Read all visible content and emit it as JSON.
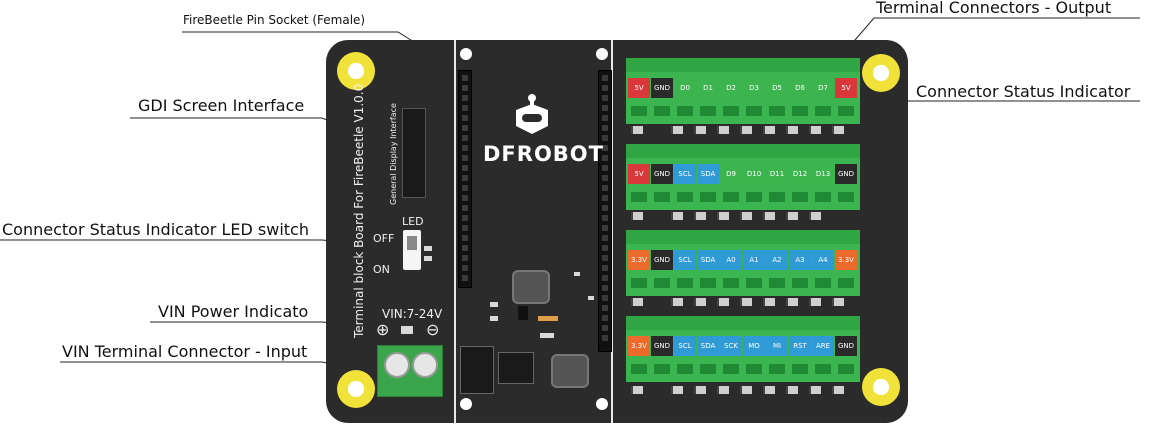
{
  "annotations": {
    "pin_socket": "FireBeetle Pin Socket (Female)",
    "gdi": "GDI Screen Interface",
    "led_switch": "Connector Status Indicator LED switch",
    "vin_indicator": "VIN Power Indicato",
    "vin_input": "VIN Terminal Connector - Input",
    "terminal_output": "Terminal Connectors - Output",
    "status_indicator": "Connector Status Indicator"
  },
  "board": {
    "title_text": "Terminal block Board For FireBeetle V1.0.0",
    "gdi_text": "General Display Interface",
    "led_text": "LED",
    "off_text": "OFF",
    "on_text": "ON",
    "vin_text": "VIN:7-24V",
    "plus_sign": "⊕",
    "minus_sign": "⊖",
    "logo": "DFROBOT"
  },
  "colors": {
    "red": "#d9373a",
    "dark": "#2a2a2a",
    "green": "#3cb54e",
    "blue": "#2e9ad6",
    "orange": "#ec6a2b"
  },
  "terminals": [
    {
      "pins": [
        {
          "label": "5V",
          "color": "red"
        },
        {
          "label": "GND",
          "color": "dark"
        },
        {
          "label": "D0",
          "color": "green"
        },
        {
          "label": "D1",
          "color": "green"
        },
        {
          "label": "D2",
          "color": "green"
        },
        {
          "label": "D3",
          "color": "green"
        },
        {
          "label": "D5",
          "color": "green"
        },
        {
          "label": "D6",
          "color": "green"
        },
        {
          "label": "D7",
          "color": "green"
        },
        {
          "label": "5V",
          "color": "red"
        }
      ]
    },
    {
      "pins": [
        {
          "label": "5V",
          "color": "red"
        },
        {
          "label": "GND",
          "color": "dark"
        },
        {
          "label": "SCL",
          "color": "blue"
        },
        {
          "label": "SDA",
          "color": "blue"
        },
        {
          "label": "D9",
          "color": "green"
        },
        {
          "label": "D10",
          "color": "green"
        },
        {
          "label": "D11",
          "color": "green"
        },
        {
          "label": "D12",
          "color": "green"
        },
        {
          "label": "D13",
          "color": "green"
        },
        {
          "label": "GND",
          "color": "dark"
        }
      ]
    },
    {
      "pins": [
        {
          "label": "3.3V",
          "color": "orange"
        },
        {
          "label": "GND",
          "color": "dark"
        },
        {
          "label": "SCL",
          "color": "blue"
        },
        {
          "label": "SDA",
          "color": "blue"
        },
        {
          "label": "A0",
          "color": "blue"
        },
        {
          "label": "A1",
          "color": "blue"
        },
        {
          "label": "A2",
          "color": "blue"
        },
        {
          "label": "A3",
          "color": "blue"
        },
        {
          "label": "A4",
          "color": "blue"
        },
        {
          "label": "3.3V",
          "color": "orange"
        }
      ]
    },
    {
      "pins": [
        {
          "label": "3.3V",
          "color": "orange"
        },
        {
          "label": "GND",
          "color": "dark"
        },
        {
          "label": "SCL",
          "color": "blue"
        },
        {
          "label": "SDA",
          "color": "blue"
        },
        {
          "label": "SCK",
          "color": "blue"
        },
        {
          "label": "MO",
          "color": "blue"
        },
        {
          "label": "MI",
          "color": "blue"
        },
        {
          "label": "RST",
          "color": "blue"
        },
        {
          "label": "ARE",
          "color": "blue"
        },
        {
          "label": "GND",
          "color": "dark"
        }
      ]
    }
  ]
}
